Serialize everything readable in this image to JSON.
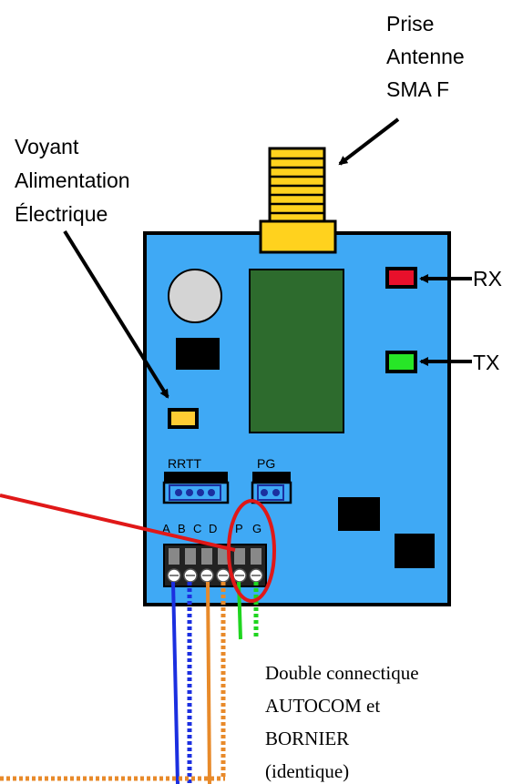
{
  "labels": {
    "antenna": [
      "Prise",
      "Antenne",
      "SMA F"
    ],
    "power_led": [
      "Voyant",
      "Alimentation",
      "Électrique"
    ],
    "rx": "RX",
    "tx": "TX",
    "header_rrtt": "RRTT",
    "header_pg": "PG",
    "terminal_letters": [
      "A",
      "B",
      "C",
      "D",
      "P",
      "G"
    ],
    "note": [
      "Double connectique",
      "AUTOCOM et",
      "BORNIER",
      "(identique)"
    ]
  },
  "colors": {
    "board": "#3fa9f5",
    "antenna_gold": "#ffd21e",
    "chip": "#2d6b2d",
    "rx_led": "#e8102b",
    "tx_led": "#27e627",
    "power_led": "#ffcc33",
    "circle": "#e01818",
    "wire_blue": "#1b2fe0",
    "wire_orange": "#e88a2a",
    "wire_green": "#1fd51f"
  }
}
